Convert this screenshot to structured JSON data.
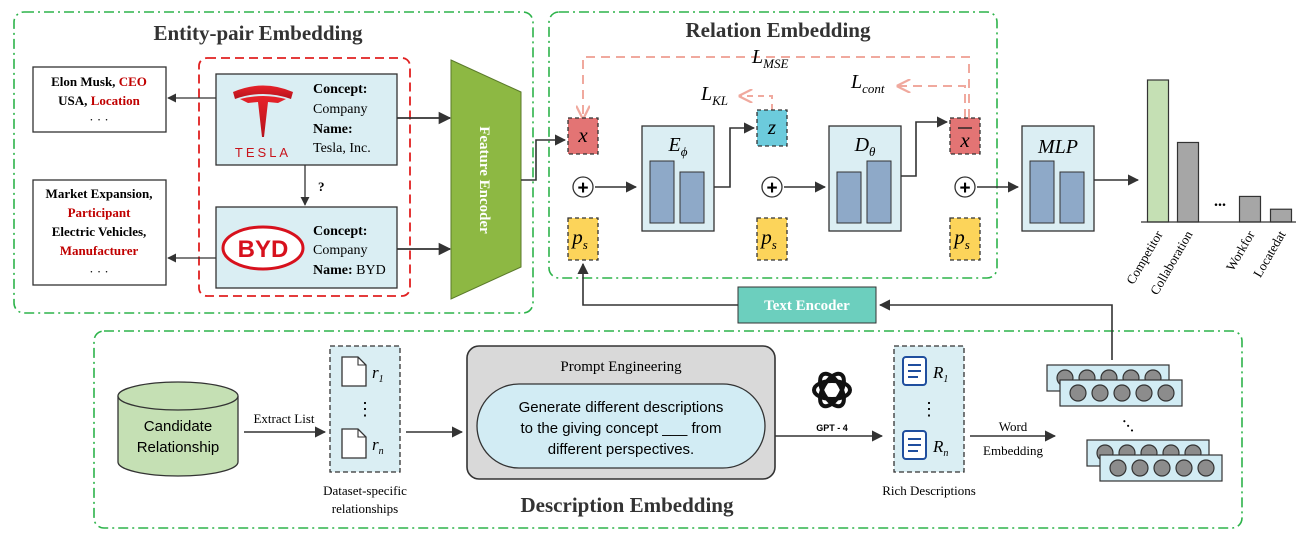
{
  "sections": {
    "entity_pair": "Entity-pair Embedding",
    "relation": "Relation Embedding",
    "description": "Description Embedding"
  },
  "tesla": {
    "logo_text": "TESLA",
    "concept_label": "Concept:",
    "concept_value": "Company",
    "name_label": "Name:",
    "name_value": "Tesla, Inc.",
    "info": {
      "line1_black": "Elon Musk, ",
      "line1_red": "CEO",
      "line2_black": "USA, ",
      "line2_red": "Location",
      "line3": "· · ·"
    }
  },
  "byd": {
    "logo_text": "BYD",
    "concept_label": "Concept:",
    "concept_value": "Company",
    "name_label": "Name:",
    "name_value": " BYD",
    "info": {
      "line1": "Market Expansion,",
      "line2_red": "Participant",
      "line3": "Electric Vehicles,",
      "line4_red": "Manufacturer",
      "line5": "· · ·"
    }
  },
  "question_mark": "?",
  "feature_encoder": "Feature Encoder",
  "text_encoder": "Text Encoder",
  "relation_nodes": {
    "x": "x",
    "z": "z",
    "xbar": "x",
    "ps": "p",
    "ps_sub": "s",
    "enc_main": "E",
    "enc_sub": "ϕ",
    "dec_main": "D",
    "dec_sub": "θ",
    "mlp": "MLP",
    "plus": "+"
  },
  "losses": {
    "mse_main": "L",
    "mse_sub": "MSE",
    "kl_main": "L",
    "kl_sub": "KL",
    "cont_main": "L",
    "cont_sub": "cont"
  },
  "chart_data": {
    "type": "bar",
    "categories": [
      "Competitor",
      "Collaboration",
      "...",
      "Workfor",
      "Locatedat"
    ],
    "values": [
      1.0,
      0.56,
      null,
      0.18,
      0.09
    ],
    "colors": [
      "#c5e0b4",
      "#a6a6a6",
      null,
      "#a6a6a6",
      "#a6a6a6"
    ]
  },
  "description": {
    "candidate": [
      "Candidate",
      "Relationship"
    ],
    "extract_list": "Extract List",
    "r_label": "r",
    "r1_sub": "1",
    "rn_sub": "n",
    "dataset_caption": [
      "Dataset-specific",
      "relationships"
    ],
    "prompt_title": "Prompt Engineering",
    "prompt_text": [
      "Generate different descriptions",
      "to the giving concept ___ from",
      "different perspectives."
    ],
    "gpt": "GPT - 4",
    "R_label": "R",
    "R1_sub": "1",
    "Rn_sub": "n",
    "rich_caption": "Rich Descriptions",
    "word_embedding": [
      "Word",
      "Embedding"
    ],
    "vdots": "⋮",
    "ellipsis": "..."
  },
  "colors": {
    "green_dash": "#2db34a",
    "red_dash": "#e02020",
    "entity_box_fill": "#daeef3",
    "feature_encoder": "#8db843",
    "text_encoder": "#6ccfbe",
    "x_fill": "#e37474",
    "z_fill": "#6ccbdc",
    "ps_fill": "#fcd45a",
    "block_fill": "#dbeef3",
    "inner_bar": "#8ea9c8",
    "loss_arrow": "#f0a99e",
    "prompt_fill": "#d9d9d9",
    "embed_fill": "#d2ecf4"
  }
}
